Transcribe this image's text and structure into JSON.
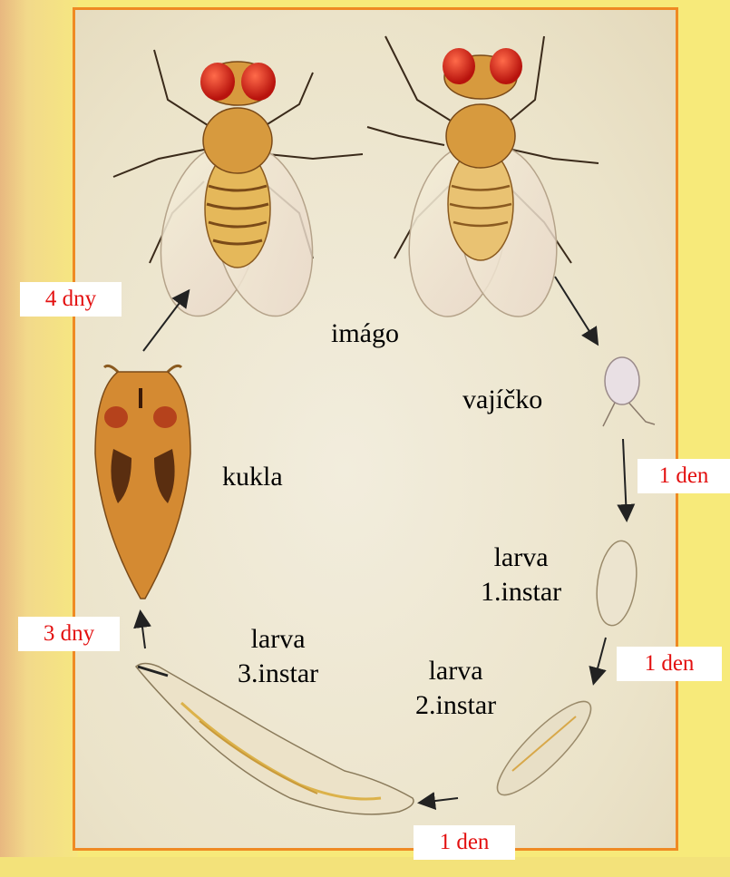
{
  "stages": {
    "imago": "imágo",
    "egg": "vajíčko",
    "pupa": "kukla",
    "larva1_line1": "larva",
    "larva1_line2": "1.instar",
    "larva2_line1": "larva",
    "larva2_line2": "2.instar",
    "larva3_line1": "larva",
    "larva3_line2": "3.instar"
  },
  "durations": {
    "pupa_to_imago": "4 dny",
    "egg_to_larva1": "1 den",
    "larva1_to_larva2": "1 den",
    "larva2_to_larva3": "1 den",
    "larva3_to_pupa": "3 dny"
  },
  "colors": {
    "frame_border": "#ef8a23",
    "duration_text": "#e31010",
    "background": "#f7ea7a"
  }
}
